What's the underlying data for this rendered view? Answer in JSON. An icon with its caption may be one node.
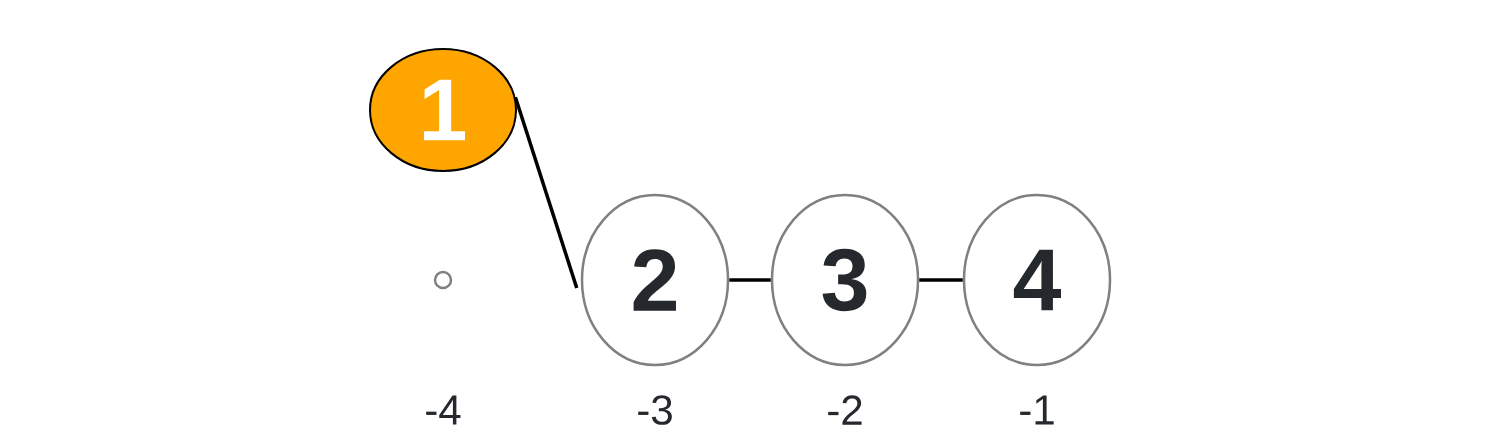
{
  "diagram": {
    "nodes": [
      {
        "text": [
          "1"
        ]
      },
      {
        "text": [
          "2"
        ]
      },
      {
        "text": [
          "3"
        ]
      },
      {
        "text": [
          "4"
        ]
      }
    ],
    "edges": [
      {
        "from": 0,
        "to": 1,
        "arrow": "none"
      },
      {
        "from": 1,
        "to": 2,
        "arrow": "none"
      },
      {
        "from": 2,
        "to": 3,
        "arrow": "none"
      }
    ],
    "labels": [
      "-4",
      "-3",
      "-2",
      "-1"
    ]
  }
}
